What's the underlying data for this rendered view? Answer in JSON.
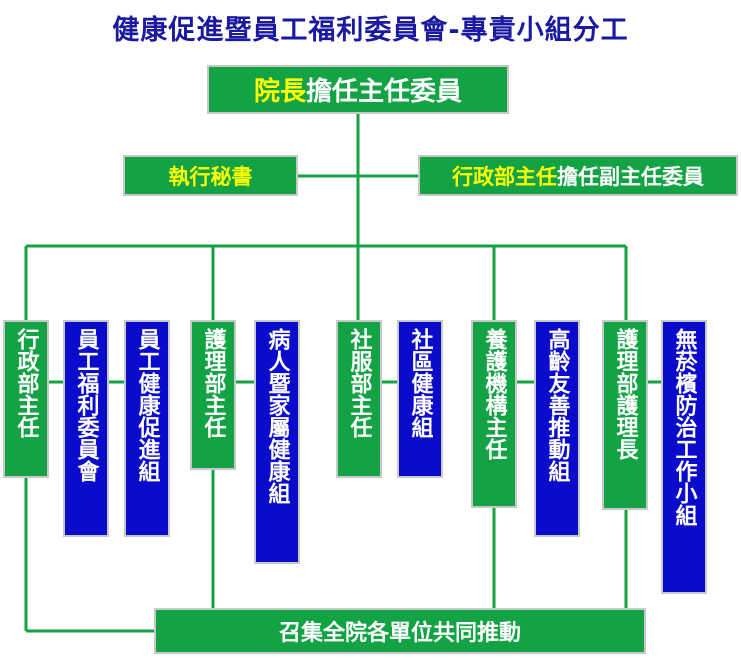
{
  "title": "健康促進暨員工福利委員會-專責小組分工",
  "chair": {
    "highlight": "院長",
    "rest": "擔任主任委員"
  },
  "secretary": {
    "label": "執行秘書"
  },
  "vice": {
    "highlight": "行政部主任",
    "rest": "擔任副主任委員"
  },
  "units": {
    "admin_head": "行政部主任",
    "welfare": "員工福利委員會",
    "health_promo": "員工健康促進組",
    "nursing_head": "護理部主任",
    "patient_family": "病人暨家屬健康組",
    "social_head": "社服部主任",
    "community": "社區健康組",
    "care_head": "養護機構主任",
    "elder_friendly": "高齡友善推動組",
    "nursing_chief": "護理部護理長",
    "no_smoking": "無菸檳防治工作小組"
  },
  "bottom": {
    "label": "召集全院各單位共同推動"
  }
}
